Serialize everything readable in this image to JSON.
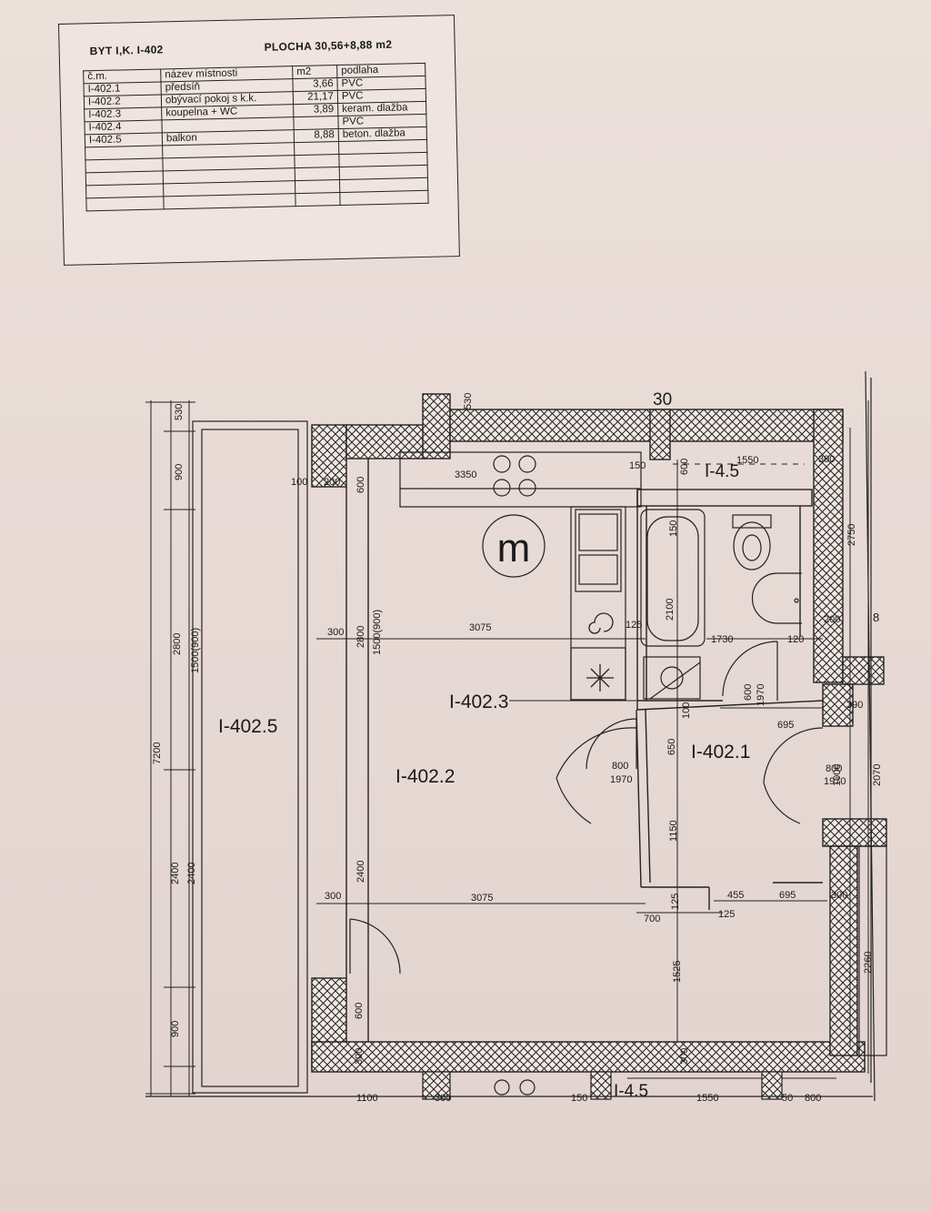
{
  "legend": {
    "unit_id": "BYT I,K. I-402",
    "area_label": "PLOCHA 30,56+8,88 m2",
    "columns": [
      "č.m.",
      "název místnosti",
      "m2",
      "podlaha"
    ],
    "rows": [
      {
        "num": "I-402.1",
        "name": "předsíň",
        "area": "3,66",
        "floor": "PVC"
      },
      {
        "num": "I-402.2",
        "name": "obývací pokoj s k.k.",
        "area": "21,17",
        "floor": "PVC"
      },
      {
        "num": "I-402.3",
        "name": "koupelna + WC",
        "area": "3,89",
        "floor": "keram. dlažba"
      },
      {
        "num": "I-402.4",
        "name": "",
        "area": "",
        "floor": "PVC"
      },
      {
        "num": "I-402.5",
        "name": "balkon",
        "area": "8,88",
        "floor": "beton. dlažba"
      },
      {
        "num": "",
        "name": "",
        "area": "",
        "floor": ""
      },
      {
        "num": "",
        "name": "",
        "area": "",
        "floor": ""
      },
      {
        "num": "",
        "name": "",
        "area": "",
        "floor": ""
      },
      {
        "num": "",
        "name": "",
        "area": "",
        "floor": ""
      },
      {
        "num": "",
        "name": "",
        "area": "",
        "floor": ""
      }
    ]
  },
  "plan": {
    "rooms": {
      "balcony": "I-402.5",
      "living": "I-402.2",
      "bathroom": "I-402.3",
      "hall": "I-402.1"
    },
    "level_marks": [
      "I-4.5",
      "I-4.5"
    ],
    "misc": {
      "top_mark": "30",
      "edge_mark": "8",
      "kitchen_symbol": "m"
    },
    "dims": {
      "top530": "530",
      "d900a": "900",
      "d2800": "2800",
      "d1500_900a": "1500(900)",
      "d7200": "7200",
      "d2400a": "2400",
      "d2400b": "2400",
      "d900b": "900",
      "d530b": "530",
      "d100": "100",
      "d200": "200",
      "d600a": "600",
      "d3350": "3350",
      "d150a": "150",
      "d600b": "600",
      "d1550": "1550",
      "d300a": "300",
      "d2750": "2750",
      "d150b": "150",
      "d300b": "300",
      "d2800b": "2800",
      "d1500_900b": "1500(900)",
      "d3075a": "3075",
      "d125a": "125",
      "d2100": "2100",
      "d1730": "1730",
      "d120": "120",
      "d200b": "200",
      "d600c": "600",
      "d1970a": "1970",
      "d100b": "100",
      "d695a": "695",
      "d390": "390",
      "d650": "650",
      "d800a": "800",
      "d1970b": "1970",
      "d800b": "800",
      "d1970c": "1970",
      "d1000": "1000",
      "d2070": "2070",
      "d1150": "1150",
      "d2400c": "2400",
      "d300c": "300",
      "d3075b": "3075",
      "d700": "700",
      "d125b": "125",
      "d455": "455",
      "d125c": "125",
      "d695b": "695",
      "d300d": "300",
      "d1525": "1525",
      "d2260": "2260",
      "d600d": "600",
      "d300e": "300",
      "d300f": "300",
      "d1100": "1100",
      "d300g": "300",
      "d150c": "150",
      "d1550b": "1550",
      "d50": "50",
      "d800c": "800"
    }
  }
}
